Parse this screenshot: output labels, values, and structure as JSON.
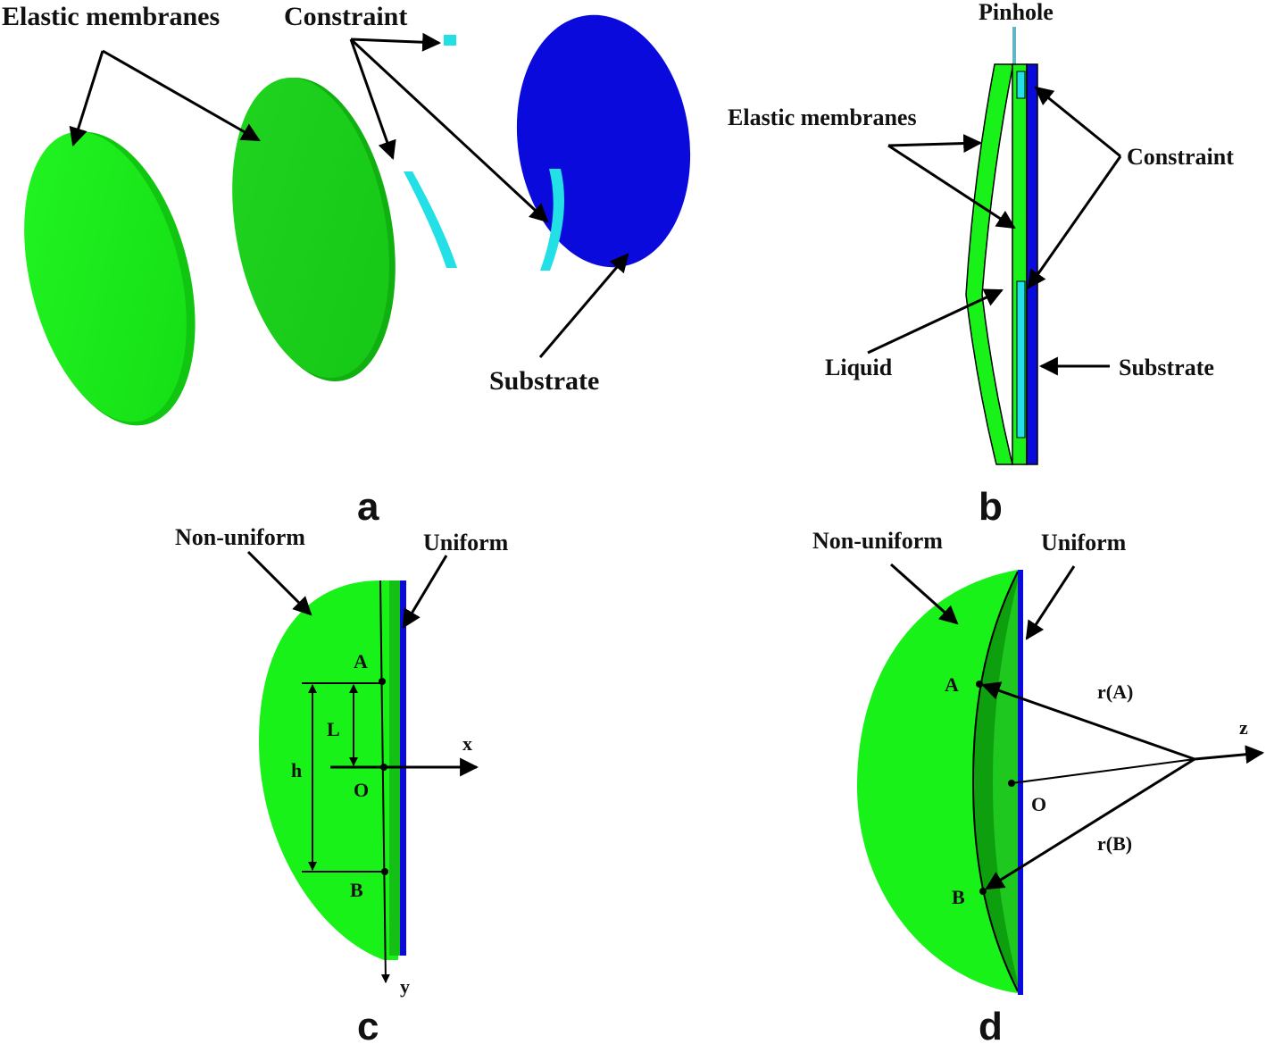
{
  "panels": {
    "a": {
      "letter": "a",
      "labels": {
        "elastic_membranes": "Elastic membranes",
        "constraint": "Constraint",
        "substrate": "Substrate"
      }
    },
    "b": {
      "letter": "b",
      "labels": {
        "pinhole": "Pinhole",
        "elastic_membranes": "Elastic membranes",
        "constraint": "Constraint",
        "liquid": "Liquid",
        "substrate": "Substrate"
      }
    },
    "c": {
      "letter": "c",
      "labels": {
        "non_uniform": "Non-uniform",
        "uniform": "Uniform",
        "A": "A",
        "L": "L",
        "h": "h",
        "O": "O",
        "B": "B",
        "x": "x",
        "y": "y"
      }
    },
    "d": {
      "letter": "d",
      "labels": {
        "non_uniform": "Non-uniform",
        "uniform": "Uniform",
        "A": "A",
        "rA": "r(A)",
        "z": "z",
        "O": "O",
        "rB": "r(B)",
        "B": "B"
      }
    }
  },
  "colors": {
    "membrane_green": "#19f219",
    "membrane_dark_green": "#0fbf0f",
    "substrate_blue": "#0a0adc",
    "constraint_cyan": "#22e0e6"
  }
}
